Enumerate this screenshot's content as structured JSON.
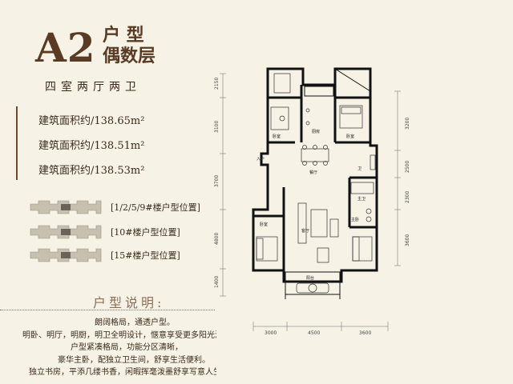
{
  "header": {
    "type_code": "A2",
    "type_word": "户 型",
    "type_floor": "偶数层",
    "layout": "四室两厅两卫"
  },
  "areas": [
    "建筑面积约/138.65m²",
    "建筑面积约/138.51m²",
    "建筑面积约/138.53m²"
  ],
  "locations": [
    "[1/2/5/9#楼户型位置]",
    "[10#楼户型位置]",
    "[15#楼户型位置]"
  ],
  "description": {
    "title": "户型说明:",
    "lines": [
      "朗阔格局，通透户型。",
      "明卧、明厅，明厨，明卫全明设计，惬意享受更多阳光温暖",
      "户型紧凑格局，功能分区清晰，",
      "豪华主卧，配独立卫生间，舒享生活便利。",
      "独立书房，平添几缕书香，闲暇挥毫泼墨舒享写意人生"
    ]
  },
  "floorplan": {
    "dims_left": [
      "2150",
      "3100",
      "3700",
      "4800",
      "1400"
    ],
    "dims_right": [
      "3200",
      "2500",
      "2300",
      "3600"
    ],
    "dims_bottom": [
      "3000",
      "4500",
      "3600"
    ],
    "rooms": {
      "bedroom_nw": "卧室",
      "kitchen": "厨房",
      "bedroom_ne": "卧室",
      "dining": "餐厅",
      "living": "客厅",
      "bedroom_w": "卧室",
      "bedroom_se": "主卧",
      "bath": "卫",
      "bath2": "主卫",
      "balcony": "阳台",
      "entrance": "入户"
    }
  },
  "colors": {
    "accent": "#5a3a22",
    "background": "#f6f2e6"
  }
}
